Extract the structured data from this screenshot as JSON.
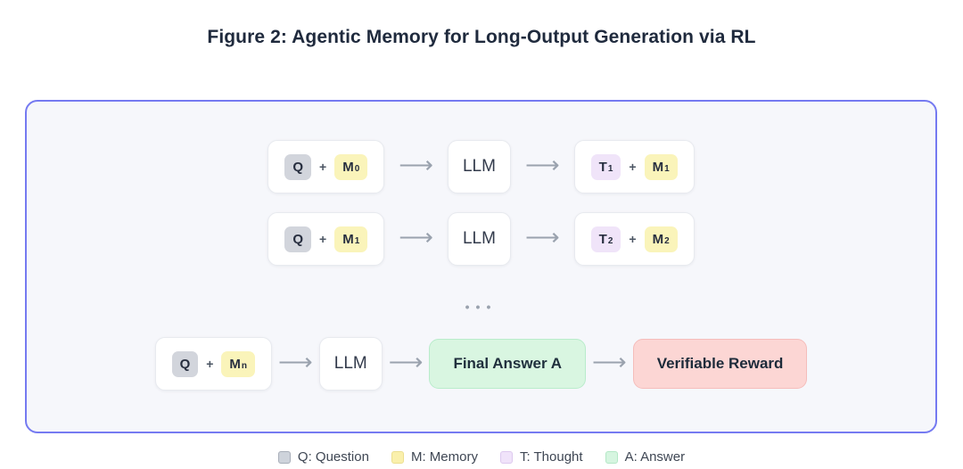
{
  "title": "Figure 2: Agentic Memory for Long-Output Generation via RL",
  "ui": {
    "plus": "+",
    "arrow": "⟶",
    "ellipsis": "•••"
  },
  "colors": {
    "panel_border": "#757af1",
    "panel_bg": "#f6f7fb",
    "question_chip": "#d2d5dc",
    "memory_chip": "#faf4ba",
    "thought_chip": "#f0e4f9",
    "answer_box": "#d9f6e1",
    "reward_box": "#fcd6d4",
    "arrow": "#9aa2ae"
  },
  "rows": [
    {
      "input": {
        "chip1": {
          "base": "Q"
        },
        "chip2": {
          "base": "M",
          "sub": "0"
        }
      },
      "llm": "LLM",
      "output": {
        "chip1": {
          "base": "T",
          "sub": "1"
        },
        "chip2": {
          "base": "M",
          "sub": "1"
        }
      }
    },
    {
      "input": {
        "chip1": {
          "base": "Q"
        },
        "chip2": {
          "base": "M",
          "sub": "1"
        }
      },
      "llm": "LLM",
      "output": {
        "chip1": {
          "base": "T",
          "sub": "2"
        },
        "chip2": {
          "base": "M",
          "sub": "2"
        }
      }
    }
  ],
  "final_row": {
    "input": {
      "chip1": {
        "base": "Q"
      },
      "chip2": {
        "base": "M",
        "sub": "n"
      }
    },
    "llm": "LLM",
    "final_answer": "Final Answer A",
    "reward": "Verifiable Reward"
  },
  "legend": [
    {
      "swatch": "question",
      "label": "Q: Question"
    },
    {
      "swatch": "memory",
      "label": "M: Memory"
    },
    {
      "swatch": "thought",
      "label": "T: Thought"
    },
    {
      "swatch": "answer",
      "label": "A: Answer"
    }
  ]
}
